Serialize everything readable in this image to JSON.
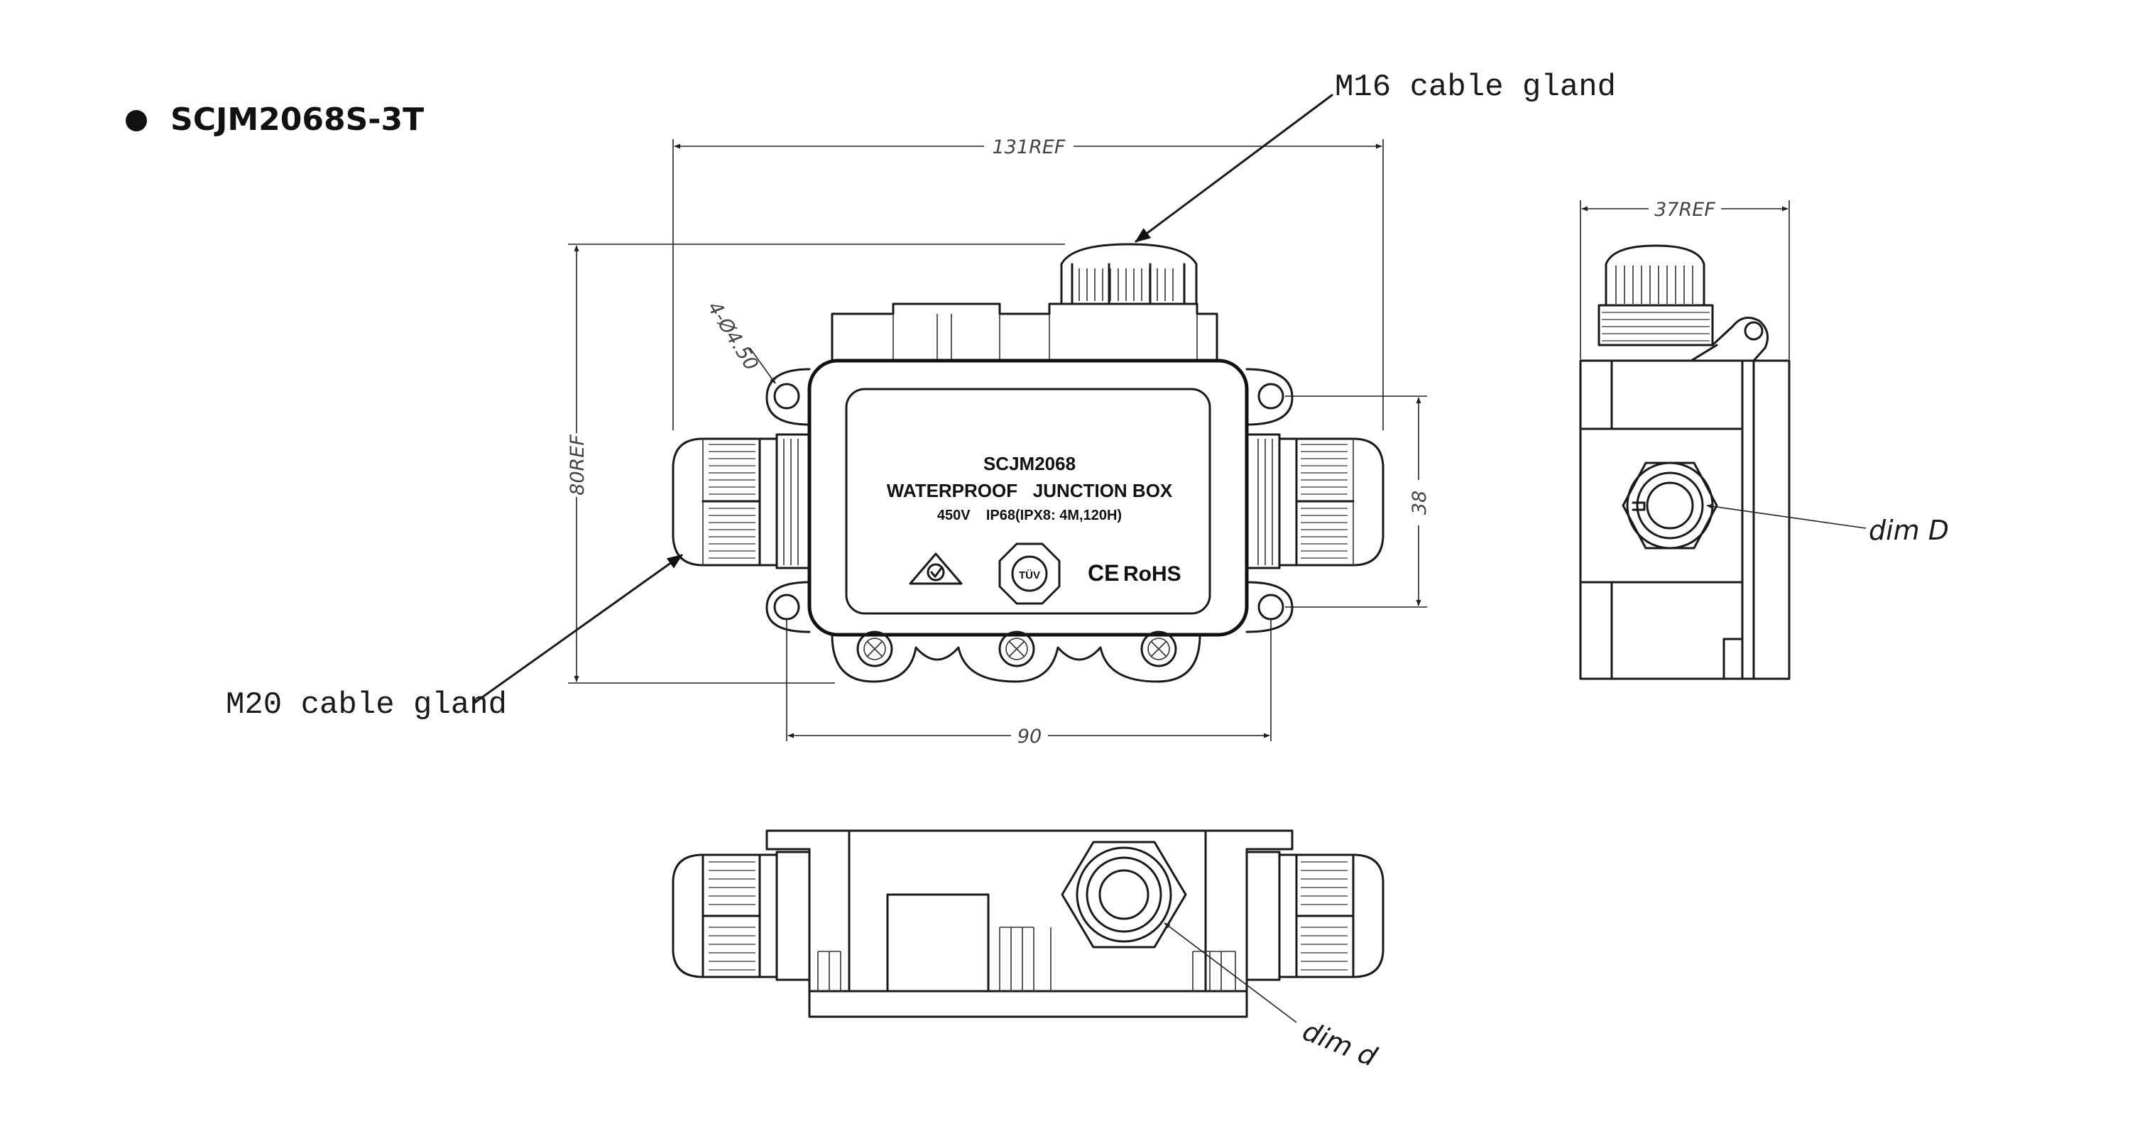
{
  "title": "SCJM2068S-3T",
  "callouts": {
    "top_gland": "M16 cable gland",
    "side_gland": "M20 cable gland",
    "dim_D": "dim D",
    "dim_d": "dim d"
  },
  "dimensions": {
    "length_ref": "131REF",
    "height_ref": "80REF",
    "depth_ref": "37REF",
    "mount_spacing": "90",
    "mount_height": "38",
    "holes": "4-Ø4.50"
  },
  "label": {
    "model": "SCJM2068",
    "line1": "WATERPROOF   JUNCTION BOX",
    "line2": "450V    IP68(IPX8: 4M,120H)",
    "tuv": "TÜV",
    "ce": "CE",
    "rohs": "RoHS"
  }
}
